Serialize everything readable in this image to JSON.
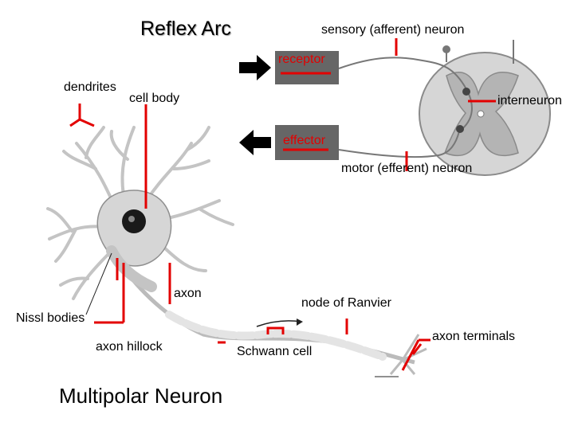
{
  "title": "Reflex Arc",
  "subtitle": "Multipolar Neuron",
  "reflex_labels": {
    "sensory": "sensory (afferent) neuron",
    "receptor": "receptor",
    "interneuron": "interneuron",
    "effector": "effector",
    "motor": "motor (efferent) neuron"
  },
  "neuron_labels": {
    "dendrites": "dendrites",
    "cell_body": "cell body",
    "axon": "axon",
    "node_of_ranvier": "node of Ranvier",
    "nissl_bodies": "Nissl bodies",
    "axon_hillock": "axon hillock",
    "schwann_cell": "Schwann cell",
    "axon_terminals": "axon terminals"
  },
  "colors": {
    "marker": "#e30000",
    "box": "#666666",
    "cord_white": "#d8d8d8",
    "cord_gray": "#b8b8b8",
    "neuron_fill": "#d6d6d6"
  }
}
